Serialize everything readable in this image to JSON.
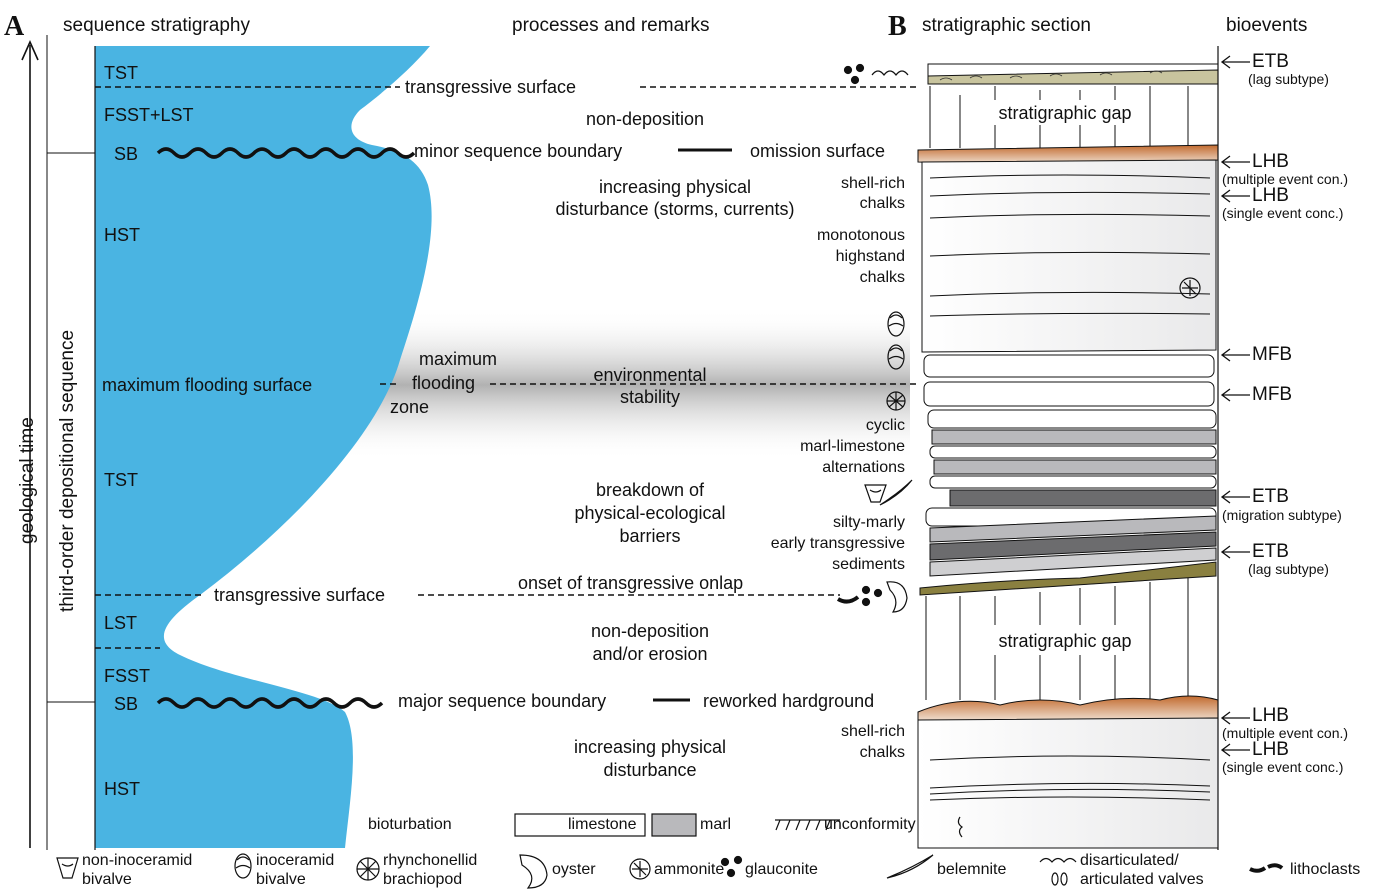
{
  "panel_a": {
    "letter": "A",
    "header_left": "sequence stratigraphy",
    "header_mid": "processes and remarks",
    "time_axis": "geological time",
    "sequence_axis": "third-order depositional sequence",
    "systems_tracts": {
      "tst_top": "TST",
      "fsst_lst": "FSST+LST",
      "sb_top": "SB",
      "hst_top": "HST",
      "tst_mid": "TST",
      "lst": "LST",
      "fsst": "FSST",
      "sb_bottom": "SB",
      "hst_bottom": "HST"
    },
    "surfaces": {
      "ts_top": "transgressive surface",
      "minor_sb": "minor sequence boundary",
      "mfs": "maximum flooding surface",
      "mfz_1": "maximum",
      "mfz_2": "flooding",
      "mfz_3": "zone",
      "ts_bottom": "transgressive surface",
      "major_sb": "major sequence boundary"
    },
    "processes": {
      "non_dep": "non-deposition",
      "omission": "omission surface",
      "disturb_1": "increasing physical",
      "disturb_2": "disturbance (storms, currents)",
      "env_1": "environmental",
      "env_2": "stability",
      "breakdown_1": "breakdown of",
      "breakdown_2": "physical-ecological",
      "breakdown_3": "barriers",
      "onlap": "onset of transgressive onlap",
      "nondep_1": "non-deposition",
      "nondep_2": "and/or erosion",
      "reworked": "reworked hardground",
      "disturb_b1": "increasing physical",
      "disturb_b2": "disturbance"
    }
  },
  "panel_b": {
    "letter": "B",
    "header": "stratigraphic section",
    "bioevents_header": "bioevents",
    "gap_top": "stratigraphic gap",
    "gap_bottom": "stratigraphic gap",
    "lith_labels": {
      "shell_rich_1": "shell-rich",
      "chalks_1": "chalks",
      "mono_1": "monotonous",
      "mono_2": "highstand",
      "mono_3": "chalks",
      "cyclic_1": "cyclic",
      "cyclic_2": "marl-limestone",
      "cyclic_3": "alternations",
      "silty_1": "silty-marly",
      "silty_2": "early transgressive",
      "silty_3": "sediments",
      "shell_rich_2": "shell-rich",
      "chalks_2": "chalks"
    },
    "bioevents": [
      {
        "code": "ETB",
        "sub": "(lag subtype)"
      },
      {
        "code": "LHB",
        "sub": "(multiple event con.)"
      },
      {
        "code": "LHB",
        "sub": "(single event conc.)"
      },
      {
        "code": "MFB",
        "sub": ""
      },
      {
        "code": "MFB",
        "sub": ""
      },
      {
        "code": "ETB",
        "sub": "(migration subtype)"
      },
      {
        "code": "ETB",
        "sub": "(lag subtype)"
      },
      {
        "code": "LHB",
        "sub": "(multiple event con.)"
      },
      {
        "code": "LHB",
        "sub": "(single event conc.)"
      }
    ]
  },
  "legend": {
    "bioturbation": "bioturbation",
    "limestone": "limestone",
    "marl": "marl",
    "unconformity": "unconformity",
    "non_ino_1": "non-inoceramid",
    "non_ino_2": "bivalve",
    "ino_1": "inoceramid",
    "ino_2": "bivalve",
    "rhyncho_1": "rhynchonellid",
    "rhyncho_2": "brachiopod",
    "oyster": "oyster",
    "ammonite": "ammonite",
    "glauconite": "glauconite",
    "belemnite": "belemnite",
    "valves_1": "disarticulated/",
    "valves_2": "articulated valves",
    "lithoclasts": "lithoclasts"
  },
  "colors": {
    "curve_fill": "#1ab4ec",
    "marl": "#b9b9bc",
    "dark_marl": "#6c6c6e",
    "hardground": "#c98550",
    "lag": "#8a8040",
    "band": "#b0b0b0"
  }
}
